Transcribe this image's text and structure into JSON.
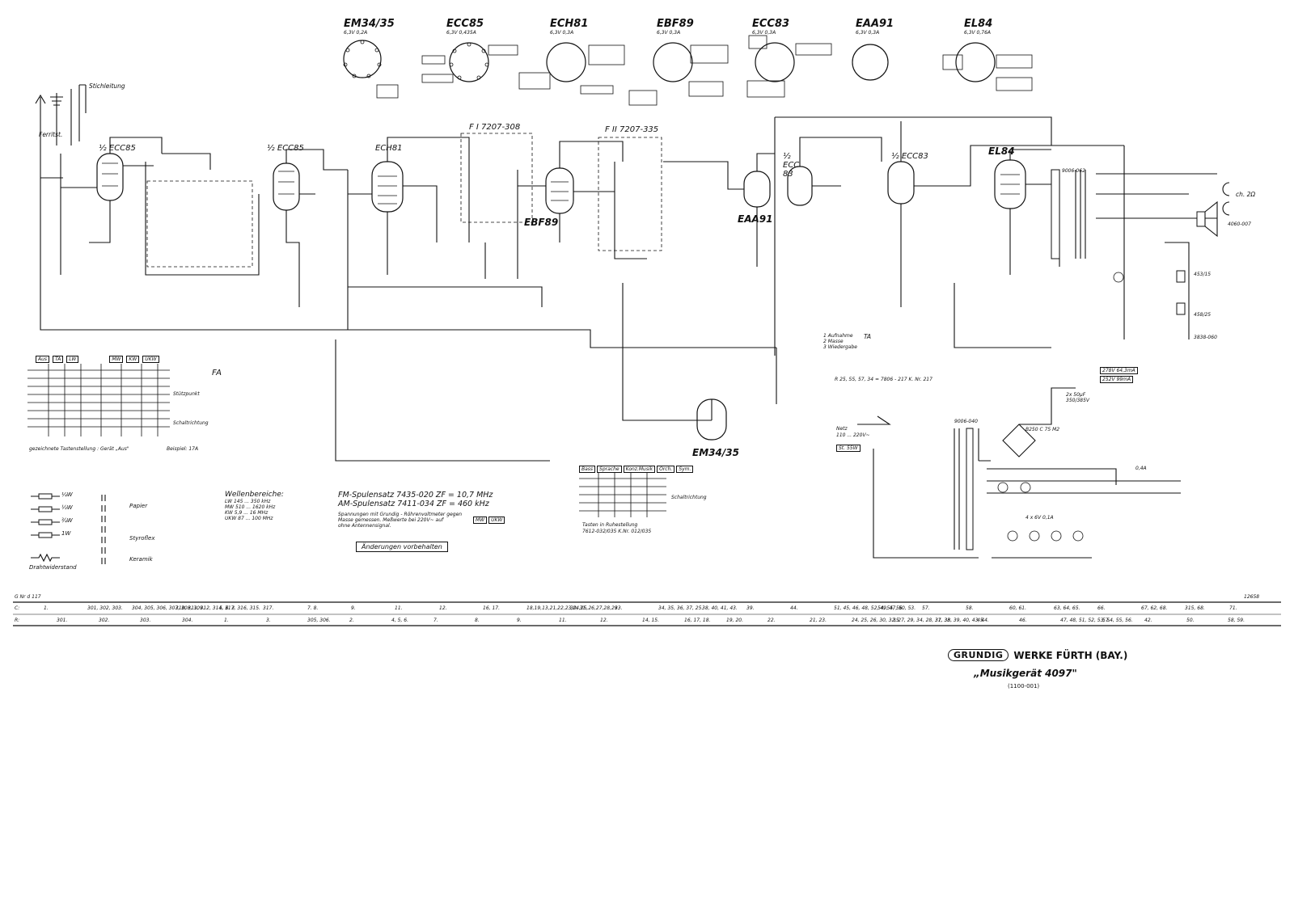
{
  "tubes": [
    {
      "name": "EM34/35",
      "spec": "6,3V 0,2A"
    },
    {
      "name": "ECC85",
      "spec": "6,3V 0,435A"
    },
    {
      "name": "ECH81",
      "spec": "6,3V 0,3A"
    },
    {
      "name": "EBF89",
      "spec": "6,3V 0,3A"
    },
    {
      "name": "ECC83",
      "spec": "6,3V 0,3A"
    },
    {
      "name": "EAA91",
      "spec": "6,3V 0,3A"
    },
    {
      "name": "EL84",
      "spec": "6,3V 0,76A"
    }
  ],
  "stage_labels": {
    "ecc85_half_1": "½ ECC85",
    "ecc85_half_2": "½ ECC85",
    "ech81": "ECH81",
    "ebf89": "EBF89",
    "eaa91": "EAA91",
    "ecc83_half_1": "½ ECC 83",
    "ecc83_half_2": "½ ECC83",
    "el84": "EL84",
    "em34": "EM34/35"
  },
  "filters": {
    "f1": "F I  7207-308",
    "f2": "F II  7207-335"
  },
  "antenna": {
    "stichleitung": "Stichleitung",
    "ferrit": "Ferritst.",
    "fa": "FA"
  },
  "outputs": {
    "ch2": "ch. 2Ω",
    "speaker_main": "4060-007",
    "spk2": "453/15",
    "spk3": "458/25",
    "spk4": "3838-060"
  },
  "switch_matrix": {
    "keys": [
      "Aus",
      "TA",
      "LW",
      "MW",
      "KW",
      "UKW"
    ],
    "stutzpunkt": "Stützpunkt",
    "schaltrichtung": "Schaltrichtung",
    "caption": "gezeichnete Tastenstellung : Gerät „Aus\"",
    "beispiel": "Beispiel: 17A"
  },
  "ruhestellung": {
    "keys": [
      "Bass",
      "Sprache",
      "Konz.Musik",
      "Orch.",
      "Sym."
    ],
    "caption1": "Tasten in Ruhestellung",
    "caption2": "7612-032/035  K.Nr. 012/035",
    "schaltrichtung": "Schaltrichtung"
  },
  "legend_resistors": [
    "¼W",
    "½W",
    "¾W",
    "1W",
    "Drahtwiderstand"
  ],
  "legend_caps": {
    "papier": "Papier",
    "styroflex": "Styroflex",
    "keramik": "Keramik"
  },
  "wellenbereiche": {
    "title": "Wellenbereiche:",
    "rows": [
      "LW  145 ... 350 kHz",
      "MW  510 ... 1620 kHz",
      "KW  5,9 ... 16 MHz",
      "UKW  87 ... 100 MHz"
    ]
  },
  "spulensatz": {
    "fm": "FM-Spulensatz 7435-020   ZF = 10,7 MHz",
    "am": "AM-Spulensatz 7411-034   ZF = 460 kHz",
    "note1": "Spannungen mit Grundig - Röhrenvoltmeter gegen",
    "note2": "Masse gemessen. Meßwerte bei 220V~ auf",
    "note3": "ohne Antennensignal.",
    "mw": "MW",
    "ukw": "UKW"
  },
  "aenderungen": "Änderungen vorbehalten",
  "network": {
    "netz": "Netz",
    "netz_v": "110 ... 220V~",
    "si": "St. 55W",
    "trafo": "9006-040",
    "bridge": "B250 C 75 M2",
    "ausgang": "9006-062",
    "hochspannung1": "278V 64,3mA",
    "hochspannung2": "252V 99mA",
    "cap_main": "2x 50µF 350/385V",
    "lamps": "4 x 6V 0,1A",
    "fuse": "0,4A"
  },
  "pickup": {
    "line1": "1 Aufnahme",
    "line2": "2 Masse",
    "line3": "3 Wiedergabe",
    "ta": "TA"
  },
  "resistor_note": "R 25, 55, 57, 34 = 7806 - 217  K. Nr. 217",
  "bottom_table": {
    "ref": "G Nr d 117",
    "code": "12658",
    "c_label": "C:",
    "r_label": "R:",
    "c_values": [
      "1.",
      "301, 302, 303.",
      "304, 305, 306, 307, 308, 309.",
      "310, 311, 312, 314, 317, 316, 315.",
      "5. 6. 3",
      "317.",
      "7. 8.",
      "9.",
      "11.",
      "12.",
      "16, 17.",
      "18,19,13,21,22,23,24,25,26,27,28,29.",
      "30, 31.",
      "33.",
      "34, 35, 36, 37, 25.",
      "38, 40, 41, 43.",
      "39.",
      "44.",
      "51, 45, 46, 48, 52, 49, 47, 50, 53.",
      "54, 55, 56.",
      "57.",
      "58.",
      "60, 61.",
      "63, 64, 65.",
      "66.",
      "67, 62, 68.",
      "315, 68.",
      "71."
    ],
    "r_values": [
      "301.",
      "302.",
      "303.",
      "304.",
      "1.",
      "3.",
      "305, 306.",
      "2.",
      "4, 5, 6.",
      "7.",
      "8.",
      "9.",
      "11.",
      "12.",
      "14, 15.",
      "16, 17, 18.",
      "19, 20.",
      "22.",
      "21, 23.",
      "24, 25, 26, 30, 32, 27, 29, 34, 28, 31, 33.",
      "35.",
      "37, 38, 39, 40, 43, 44.",
      "45.",
      "46.",
      "47, 48, 51, 52, 53, 54, 55, 56.",
      "57.",
      "42.",
      "50.",
      "58, 59."
    ]
  },
  "footer": {
    "brand": "GRUNDIG",
    "company": "WERKE FÜRTH (BAY.)",
    "model": "„Musikgerät 4097\"",
    "code": "(1100-001)"
  }
}
